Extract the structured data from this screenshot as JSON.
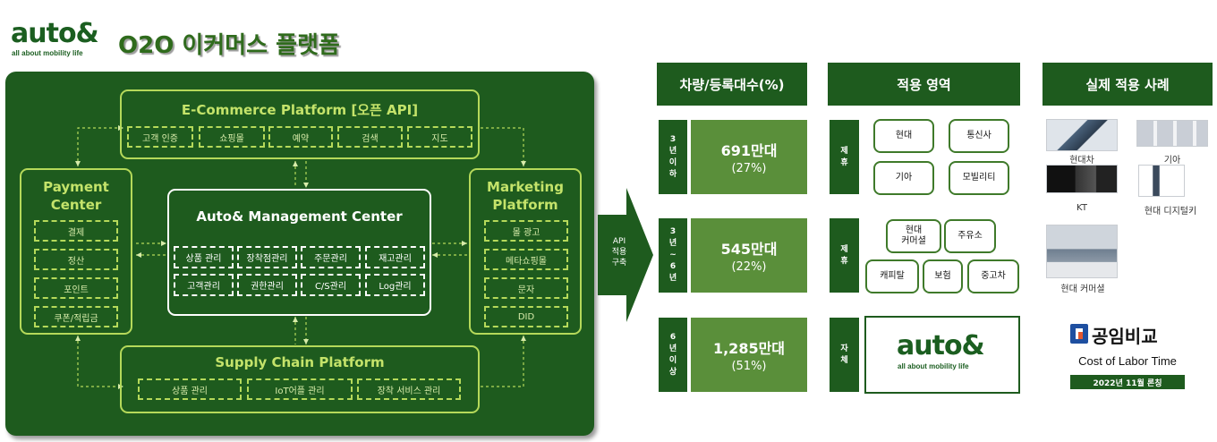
{
  "header": {
    "logo_text": "auto&",
    "logo_tagline": "all about mobility life",
    "title": "O2O 이커머스 플랫폼"
  },
  "diagram": {
    "ecommerce": {
      "title": "E-Commerce Platform [오픈 API]",
      "items": [
        "고객 인증",
        "쇼핑몰",
        "예약",
        "검색",
        "지도"
      ]
    },
    "payment": {
      "title_line1": "Payment",
      "title_line2": "Center",
      "items": [
        "결제",
        "정산",
        "포인트",
        "쿠폰/적립금"
      ]
    },
    "management": {
      "title": "Auto& Management Center",
      "items": [
        "상품 관리",
        "장착점관리",
        "주문관리",
        "재고관리",
        "고객관리",
        "권한관리",
        "C/S관리",
        "Log관리"
      ]
    },
    "marketing": {
      "title_line1": "Marketing",
      "title_line2": "Platform",
      "items": [
        "몰 광고",
        "메타쇼핑몰",
        "문자",
        "DID"
      ]
    },
    "supply": {
      "title": "Supply Chain Platform",
      "items": [
        "상품 관리",
        "IoT어플 관리",
        "장착 서비스 관리"
      ]
    },
    "arrow_label": "API\n적용\n구축"
  },
  "table": {
    "headers": [
      "차량/등록대수(%)",
      "적용 영역",
      "실제 적용 사례"
    ],
    "rows": [
      {
        "age": "3\n년\n이\n하",
        "count": "691만대",
        "pct": "(27%)",
        "type": "제\n휴",
        "partners": [
          "현대",
          "통신사",
          "기아",
          "모빌리티"
        ]
      },
      {
        "age": "3\n년\n~\n6\n년",
        "count": "545만대",
        "pct": "(22%)",
        "type": "제\n휴",
        "partners": [
          "현대\n커머셜",
          "주유소",
          "캐피탈",
          "보험",
          "중고차"
        ]
      },
      {
        "age": "6\n년\n이\n상",
        "count": "1,285만대",
        "pct": "(51%)",
        "type": "자\n체",
        "partners": []
      }
    ]
  },
  "cases": {
    "captions": [
      "현대차",
      "기아",
      "KT",
      "현대 디지털키",
      "현대 커머셜"
    ],
    "gongim_name": "공임비교",
    "gongim_sub": "Cost of Labor Time",
    "gongim_badge": "2022년 11월 론칭"
  },
  "colors": {
    "panel": "#1e5b1e",
    "accent": "#b5d95a",
    "mid_green": "#5a8f3a"
  }
}
